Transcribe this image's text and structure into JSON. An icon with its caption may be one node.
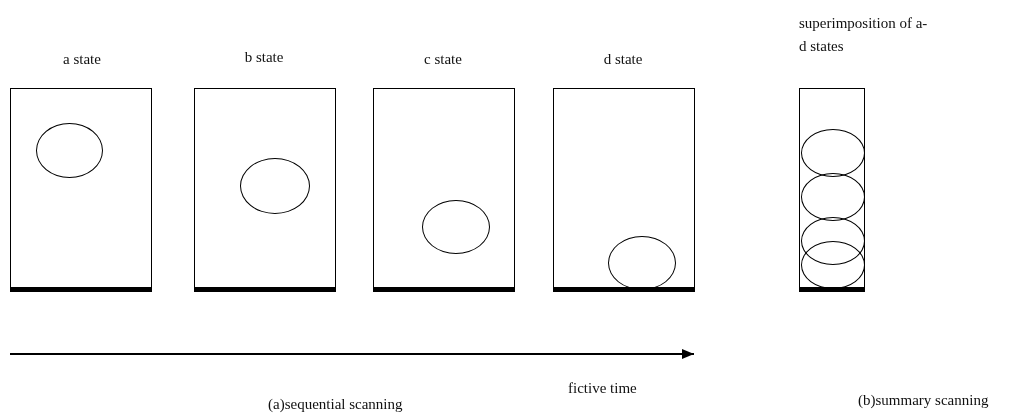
{
  "diagram": {
    "nodes": [
      {
        "text": [
          "a state"
        ]
      },
      {
        "text": [],
        "shape": "circle",
        "in": 0
      },
      {
        "text": [
          "b state"
        ]
      },
      {
        "text": [],
        "shape": "circle",
        "in": 2
      },
      {
        "text": [
          "c state"
        ]
      },
      {
        "text": [],
        "shape": "circle",
        "in": 4
      },
      {
        "text": [
          "d state"
        ]
      },
      {
        "text": [],
        "shape": "circle",
        "in": 6
      },
      {
        "text": [
          "superimposition of a-d states"
        ]
      },
      {
        "text": [],
        "shape": "circle",
        "in": 8
      },
      {
        "text": [],
        "shape": "circle",
        "in": 8
      },
      {
        "text": [],
        "shape": "circle",
        "in": 8
      },
      {
        "text": [],
        "shape": "circle",
        "in": 8
      }
    ],
    "edges": [],
    "labels": [
      "fictive time",
      "(a)sequential scanning",
      "(b)summary scanning"
    ]
  }
}
